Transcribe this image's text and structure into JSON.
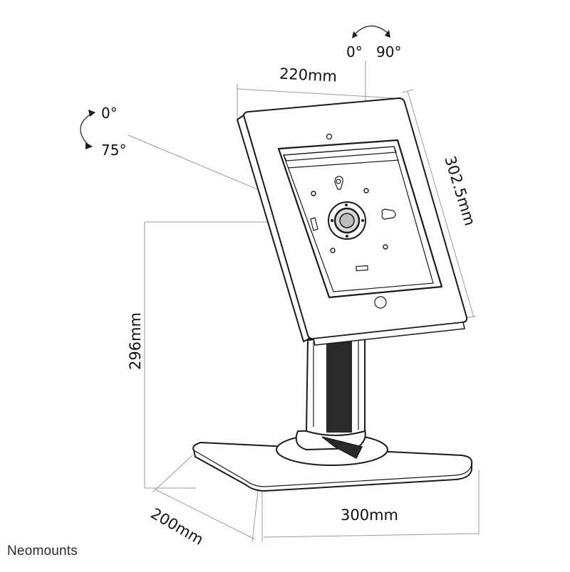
{
  "labels": {
    "swivel_start": "0°",
    "swivel_end": "90°",
    "tilt_start": "0°",
    "tilt_end": "75°",
    "width_top": "220mm",
    "height_panel": "302.5mm",
    "height_total": "296mm",
    "base_depth": "200mm",
    "base_width": "300mm"
  },
  "brand": "Neomounts"
}
